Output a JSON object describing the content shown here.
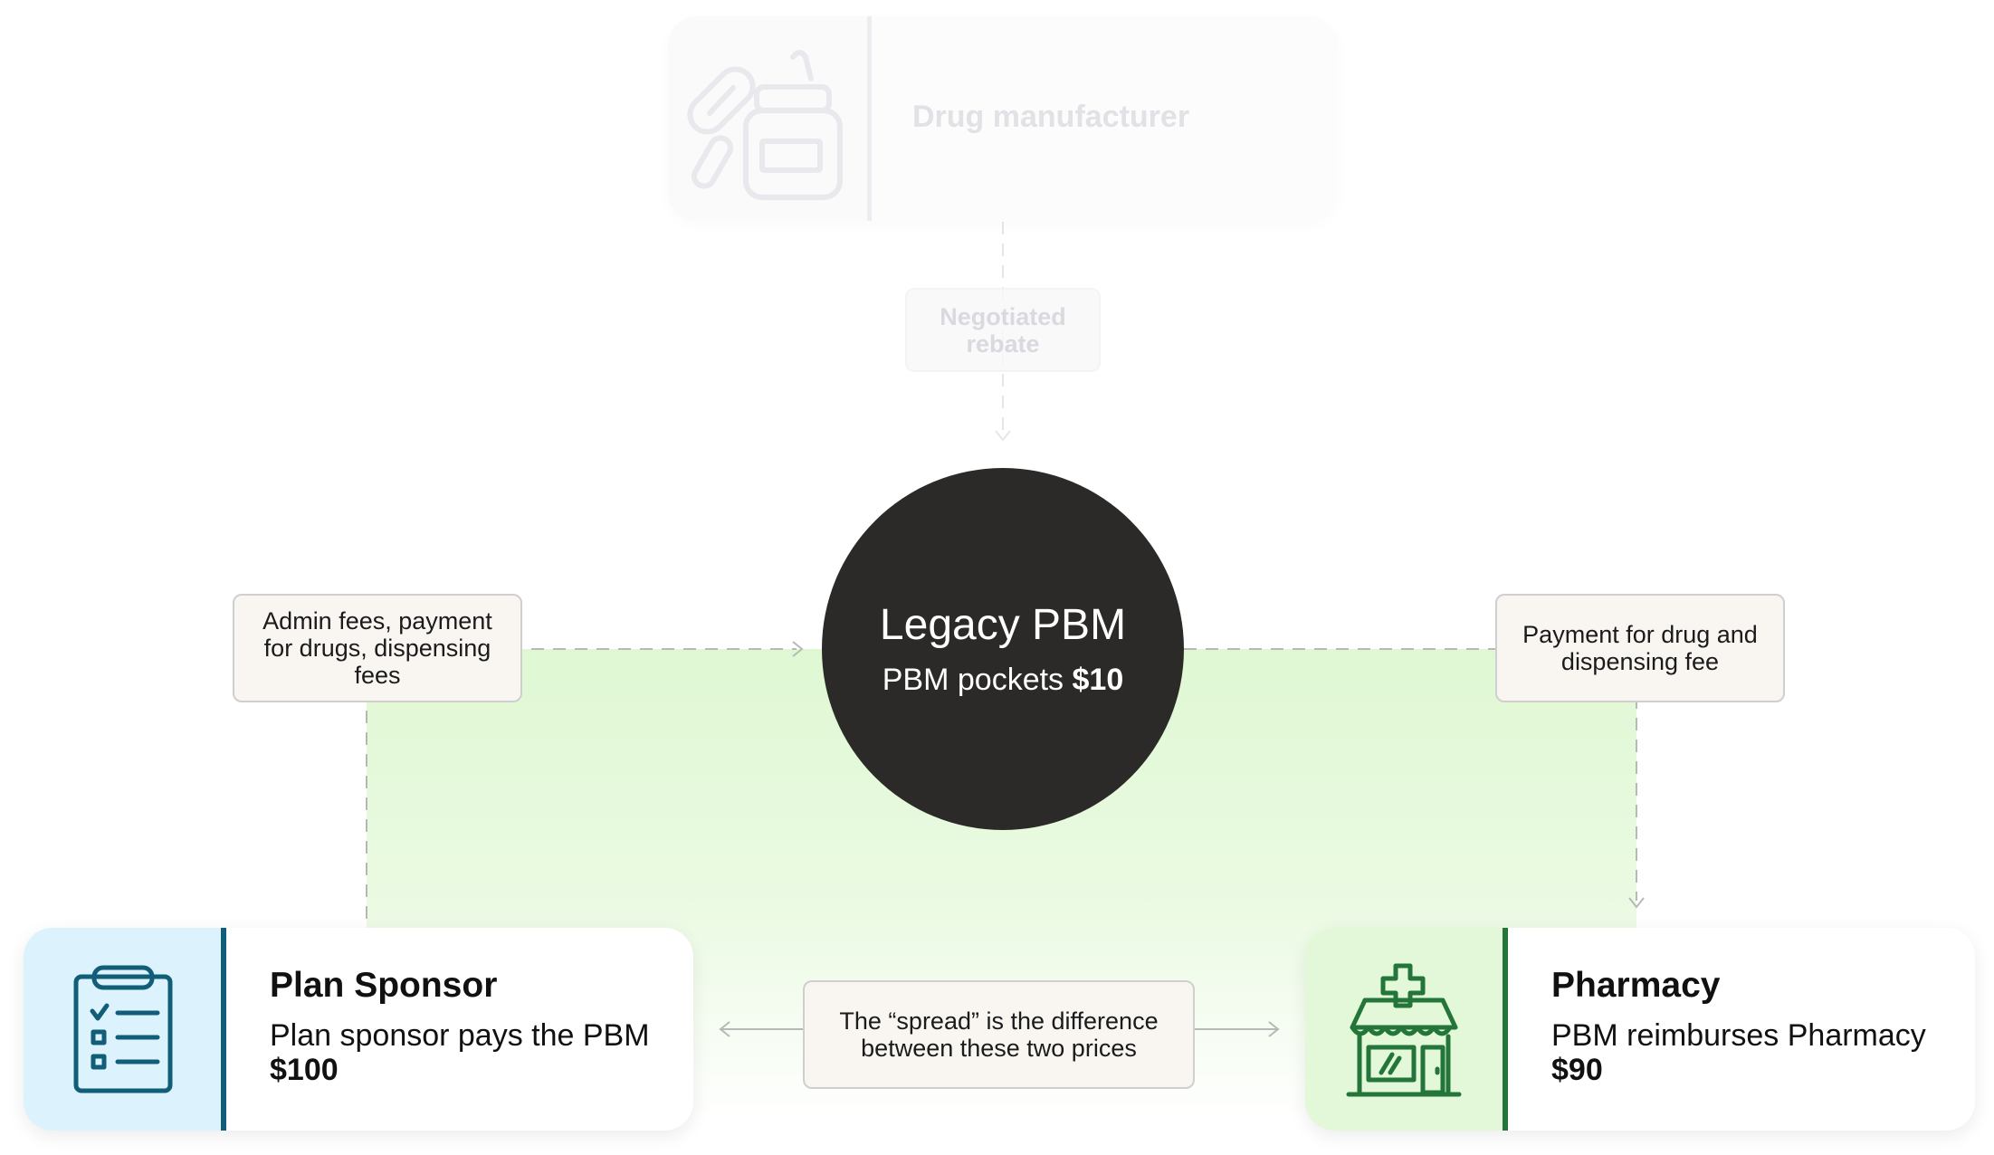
{
  "manufacturer": {
    "label": "Drug manufacturer",
    "icon": "pill-bottle-icon"
  },
  "notes": {
    "rebate": "Negotiated rebate",
    "admin": "Admin fees, payment for drugs, dispensing fees",
    "payment": "Payment for drug and dispensing fee",
    "spread": "The “spread” is the difference between these two prices"
  },
  "pbm": {
    "title": "Legacy PBM",
    "sub_prefix": "PBM pockets ",
    "sub_amount": "$10"
  },
  "sponsor": {
    "title": "Plan Sponsor",
    "desc_prefix": "Plan sponsor pays the PBM ",
    "desc_amount": "$100",
    "icon": "clipboard-checklist-icon"
  },
  "pharmacy": {
    "title": "Pharmacy",
    "desc_prefix": "PBM reimburses Pharmacy ",
    "desc_amount": "$90",
    "icon": "pharmacy-store-icon"
  },
  "colors": {
    "pbm_circle": "#2b2a28",
    "sponsor_accent": "#125e78",
    "sponsor_bg": "#dcf3fd",
    "pharmacy_accent": "#23753a",
    "pharmacy_bg": "#e2f8d8",
    "spread_area": "#dff8d3"
  }
}
